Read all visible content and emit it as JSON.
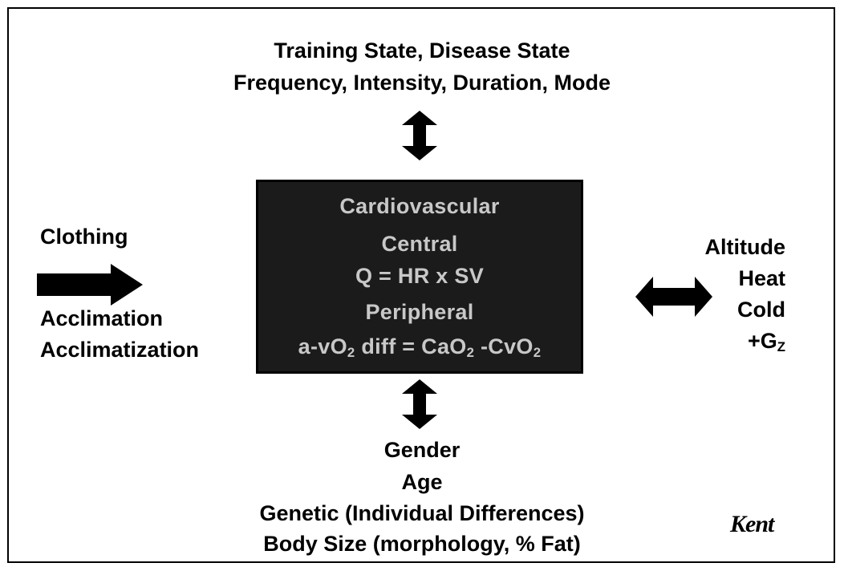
{
  "diagram": {
    "top": {
      "line1": "Training State, Disease State",
      "line2": "Frequency, Intensity, Duration, Mode"
    },
    "left": {
      "line1": "Clothing",
      "line2": "Acclimation",
      "line3": "Acclimatization"
    },
    "right": {
      "line1": "Altitude",
      "line2": "Heat",
      "line3": "Cold",
      "line4_main": "+G",
      "line4_sub": "Z"
    },
    "bottom": {
      "line1": "Gender",
      "line2": "Age",
      "line3": "Genetic (Individual Differences)",
      "line4": "Body Size (morphology, % Fat)"
    },
    "center_box": {
      "title": "Cardiovascular",
      "central_label": "Central",
      "central_formula": "Q = HR x SV",
      "peripheral_label": "Peripheral",
      "peripheral_formula": {
        "p1": "a-vO",
        "s1": "2",
        "p2": " diff = CaO",
        "s2": "2",
        "p3": " -CvO",
        "s3": "2"
      }
    },
    "logo": "Kent"
  },
  "colors": {
    "box_background": "#1b1b1b",
    "box_text": "#c8c8c8",
    "arrows": "#000000",
    "text": "#000000"
  }
}
